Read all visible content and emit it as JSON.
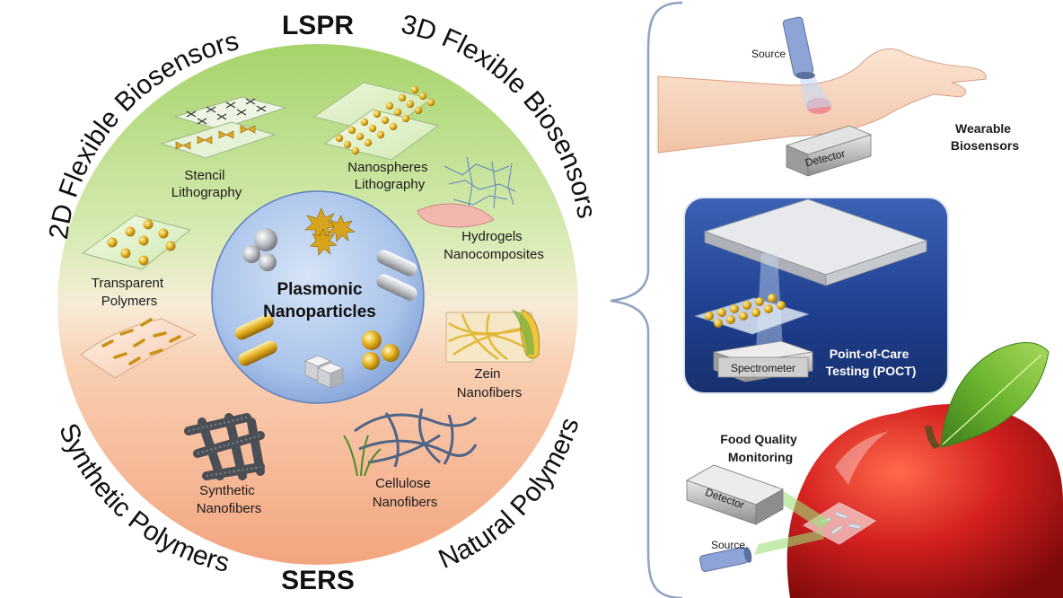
{
  "wheel": {
    "top_label": "LSPR",
    "bottom_label": "SERS",
    "ring_labels": {
      "top_left": "2D Flexible Biosensors",
      "top_right": "3D Flexible Biosensors",
      "bottom_left": "Synthetic Polymers",
      "bottom_right": "Natural Polymers"
    },
    "center": {
      "line1": "Plasmonic",
      "line2": "Nanoparticles"
    },
    "items": {
      "stencil": [
        "Stencil",
        "Lithography"
      ],
      "nanospheres": [
        "Nanospheres",
        "Lithography"
      ],
      "hydrogels": [
        "Hydrogels",
        "Nanocomposites"
      ],
      "transparent": [
        "Transparent",
        "Polymers"
      ],
      "zein": [
        "Zein",
        "Nanofibers"
      ],
      "synthetic": [
        "Synthetic",
        "Nanofibers"
      ],
      "cellulose": [
        "Cellulose",
        "Nanofibers"
      ]
    }
  },
  "applications": {
    "wearable": {
      "source": "Source",
      "detector": "Detector",
      "title": [
        "Wearable",
        "Biosensors"
      ]
    },
    "poct": {
      "spectrometer": "Spectrometer",
      "title": [
        "Point-of-Care",
        "Testing (POCT)"
      ]
    },
    "food": {
      "title": [
        "Food Quality",
        "Monitoring"
      ],
      "detector": "Detector",
      "source": "Source"
    }
  },
  "colors": {
    "ring_green": "#8cc63f",
    "ring_orange": "#f4a07a",
    "center_blue": "#a9c3ea",
    "poct_panel": "#1f3f8e",
    "apple_red": "#d42020",
    "leaf_green": "#5ea629",
    "gold": "#e6b422"
  }
}
